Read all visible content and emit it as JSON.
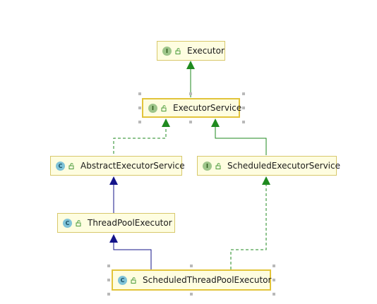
{
  "nodes": {
    "executor": {
      "label": "Executor",
      "kind_icon": "I"
    },
    "executor_service": {
      "label": "ExecutorService",
      "kind_icon": "I"
    },
    "abstract_executor_service": {
      "label": "AbstractExecutorService",
      "kind_icon": "C"
    },
    "scheduled_executor_service": {
      "label": "ScheduledExecutorService",
      "kind_icon": "I"
    },
    "thread_pool_executor": {
      "label": "ThreadPoolExecutor",
      "kind_icon": "C"
    },
    "scheduled_thread_pool_executor": {
      "label": "ScheduledThreadPoolExecutor",
      "kind_icon": "C"
    }
  },
  "colors": {
    "interface_arrow": "#1f8a1f",
    "class_arrow": "#14148a",
    "node_fill": "#fefde0",
    "node_border": "#d8c86c"
  }
}
